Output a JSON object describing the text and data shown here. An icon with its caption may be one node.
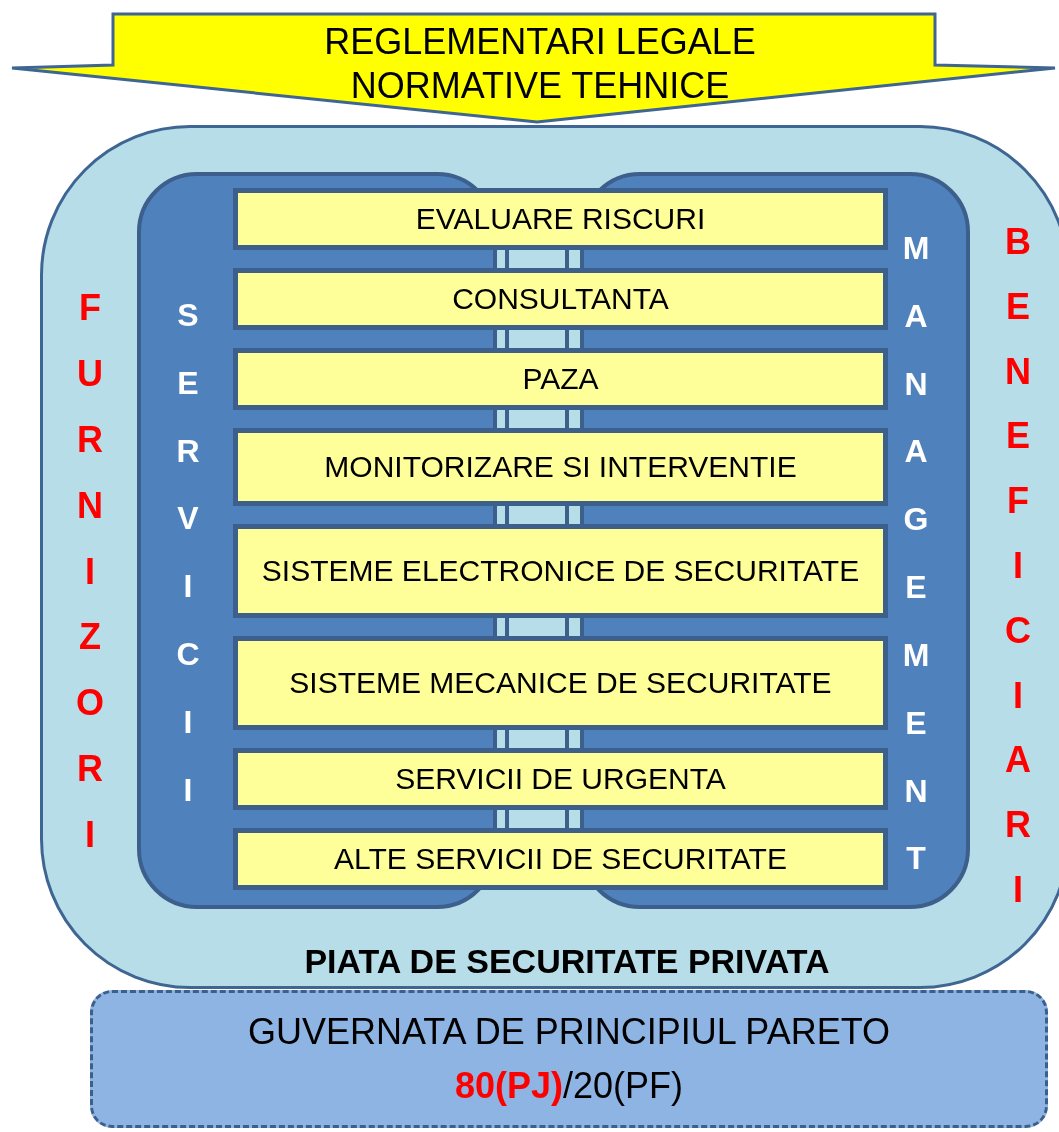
{
  "diagram": {
    "nodes": [
      {
        "text": [
          "REGLEMENTARI LEGALE NORMATIVE TEHNICE"
        ]
      },
      {
        "text": [
          "FURNIZORI",
          "BENEFICIARI",
          "PIATA DE SECURITATE PRIVATA"
        ]
      },
      {
        "text": [
          "SERVICII"
        ],
        "in": 1
      },
      {
        "text": [
          "MANAGEMENT"
        ],
        "in": 1
      },
      {
        "text": [
          "EVALUARE RISCURI"
        ],
        "in": 1
      },
      {
        "text": [
          "CONSULTANTA"
        ],
        "in": 1
      },
      {
        "text": [
          "PAZA"
        ],
        "in": 1
      },
      {
        "text": [
          "MONITORIZARE SI INTERVENTIE"
        ],
        "in": 1
      },
      {
        "text": [
          "SISTEME ELECTRONICE DE SECURITATE"
        ],
        "in": 1
      },
      {
        "text": [
          "SISTEME MECANICE DE SECURITATE"
        ],
        "in": 1
      },
      {
        "text": [
          "SERVICII DE URGENTA"
        ],
        "in": 1
      },
      {
        "text": [
          "ALTE SERVICII DE SECURITATE"
        ],
        "in": 1
      },
      {
        "text": [
          "GUVERNATA DE PRINCIPIUL PARETO",
          "**80(PJ)**/20(PF)"
        ]
      }
    ],
    "edges": [
      {
        "from": 4,
        "to": 5,
        "arrow": "none"
      },
      {
        "from": 5,
        "to": 6,
        "arrow": "none"
      },
      {
        "from": 6,
        "to": 7,
        "arrow": "none"
      },
      {
        "from": 7,
        "to": 8,
        "arrow": "none"
      },
      {
        "from": 8,
        "to": 9,
        "arrow": "none"
      },
      {
        "from": 9,
        "to": 10,
        "arrow": "none"
      },
      {
        "from": 10,
        "to": 11,
        "arrow": "none"
      }
    ]
  }
}
